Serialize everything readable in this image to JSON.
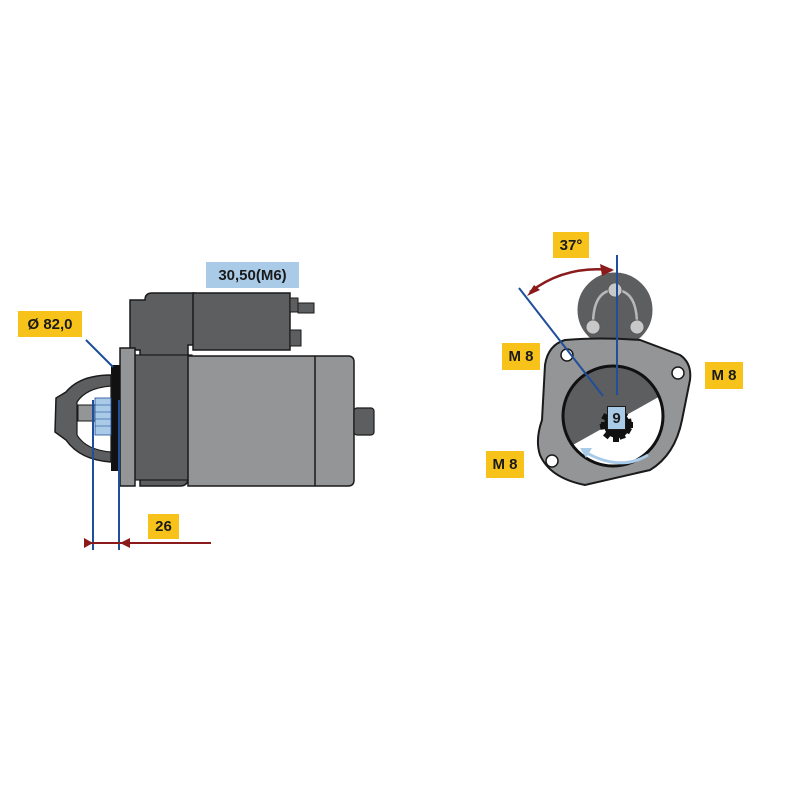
{
  "colors": {
    "label_yellow": "#f7c31a",
    "label_blue": "#a9cbe8",
    "dimension_line": "#1f4e9a",
    "arrow_red": "#8b1a1a",
    "body_dark": "#5d5e60",
    "body_light": "#939597",
    "outline": "#1a1a1a",
    "pinion_blue": "#a9cbe8"
  },
  "side_view": {
    "terminal_label": "30,50(M6)",
    "diameter_label": "Ø 82,0",
    "length_label": "26"
  },
  "front_view": {
    "angle_label": "37°",
    "teeth_label": "9",
    "bolt_labels": [
      "M 8",
      "M 8",
      "M 8"
    ]
  }
}
